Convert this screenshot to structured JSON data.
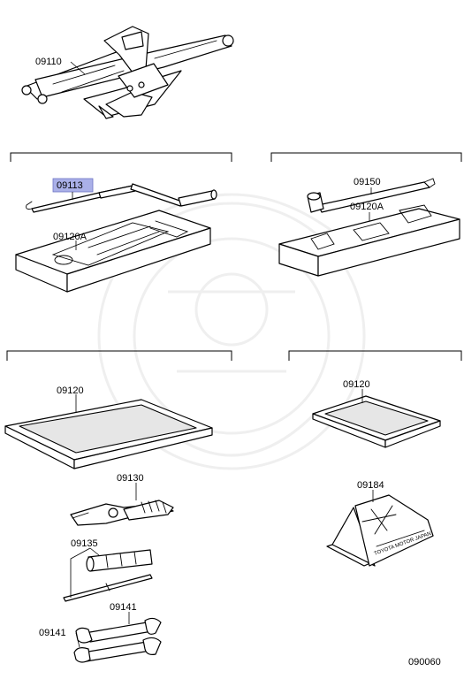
{
  "diagram_code": "090060",
  "highlight_color": "#aab0e8",
  "parts": {
    "jack": "09110",
    "jack_handle": "09113",
    "tool_tray_left": "09120A",
    "tool_tray_right": "09120A",
    "tool_bag_left": "09120",
    "tool_bag_right": "09120",
    "pliers": "09130",
    "screwdriver": "09135",
    "wrench_top": "09141",
    "wrench_bottom": "09141",
    "jack_handle_bar": "09150",
    "warning_triangle": "09184"
  },
  "triangle_text": "TOYOTA MOTOR JAPAN"
}
